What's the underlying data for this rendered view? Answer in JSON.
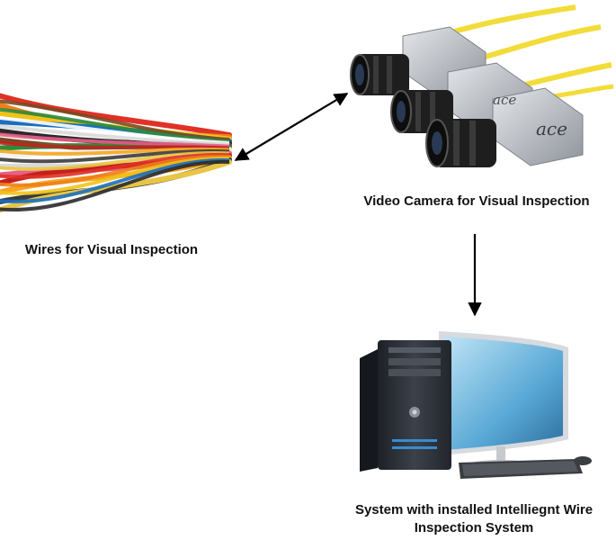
{
  "nodes": {
    "wires": {
      "caption": "Wires for Visual Inspection"
    },
    "camera": {
      "caption": "Video Camera for Visual Inspection",
      "logo_text": "ace"
    },
    "system": {
      "caption_line1": "System with installed Intelliegnt Wire",
      "caption_line2": "Inspection System"
    }
  },
  "edges": [
    {
      "from": "wires",
      "to": "camera",
      "direction": "bidirectional"
    },
    {
      "from": "camera",
      "to": "system",
      "direction": "forward"
    }
  ],
  "colors": {
    "arrow": "#000000",
    "camera_cable": "#f2dc3a",
    "camera_body": "#b8bcc2",
    "monitor_screen": "#6fb7dc",
    "tower": "#2b2f36"
  },
  "wire_colors": [
    "#e03127",
    "#f07f1a",
    "#f2c21b",
    "#1a6fbf",
    "#2a2a2a",
    "#7a4a22",
    "#2e8b3a",
    "#ffffff",
    "#d9d9d9",
    "#e85f8a",
    "#c41f1f",
    "#f5a623",
    "#3b3b3b",
    "#e8c545"
  ]
}
